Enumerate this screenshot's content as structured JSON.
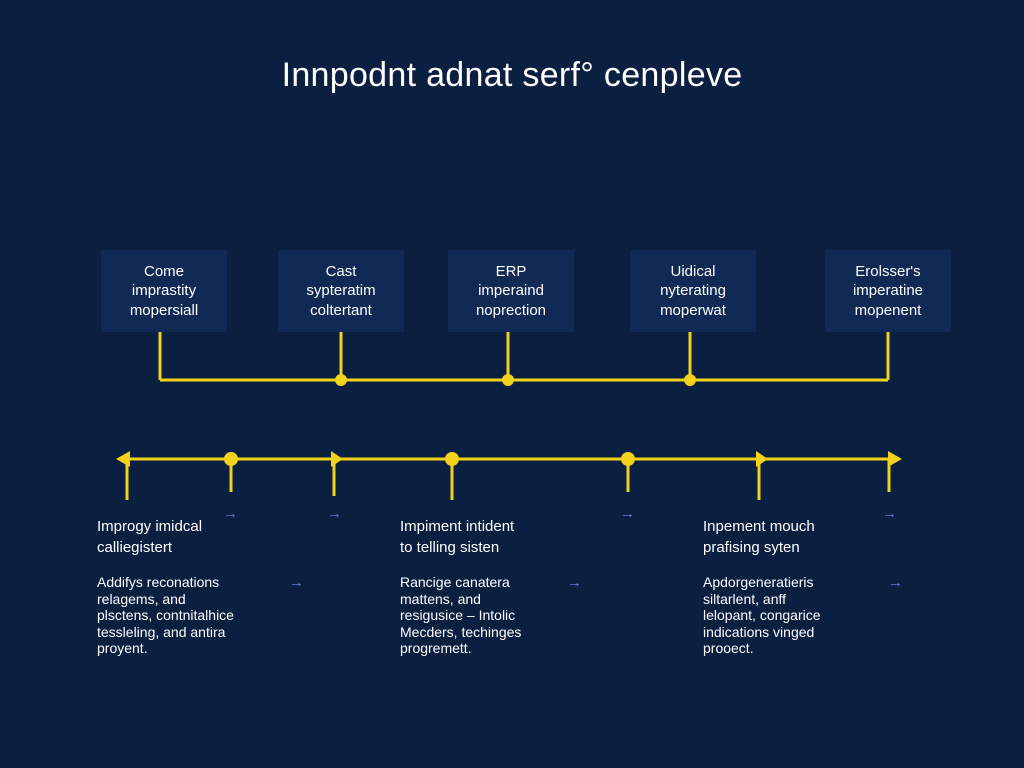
{
  "title": "Innpodnt adnat serf° cenpleve",
  "boxes": [
    {
      "text": "Come\nimprastity\nmopersiall"
    },
    {
      "text": "Cast\nsypteratim\ncoltertant"
    },
    {
      "text": "ERP\nimperaind\nnoprection"
    },
    {
      "text": "Uidical\nnyterating\nmoperwat"
    },
    {
      "text": "Erolsser's\nimperatine\nmopenent"
    }
  ],
  "columns": [
    {
      "heading": "Improgy imidcal\ncalliegistert",
      "body": "Addifys reconations\nrelagems, and\nplsctens, contnitalhice\ntessleling, and antira\nproyent."
    },
    {
      "heading": "Impiment intident\nto telling sisten",
      "body": "Rancige canatera\nmattens, and\nresigusice – Intolic\nMecders, techinges\nprogremett."
    },
    {
      "heading": "Inpement mouch\nprafising syten",
      "body": "Apdorgeneratieris\nsiltarlent, anff\nlelopant, congarice\nindications vinged\nprooect."
    }
  ],
  "arrow_glyph": "→",
  "colors": {
    "background": "#0b1f40",
    "box_fill": "#112a55",
    "connector": "#f2d21a",
    "arrow": "#5b7fd6",
    "text": "#ffffff"
  }
}
